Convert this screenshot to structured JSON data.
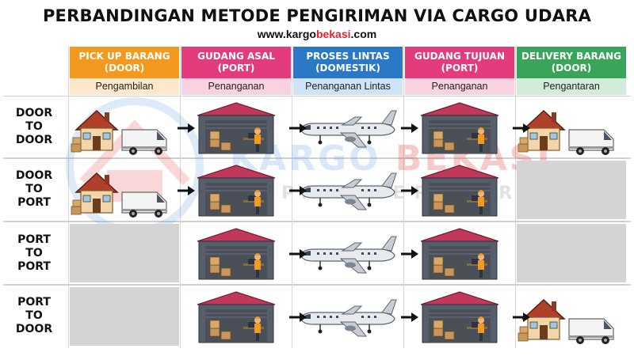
{
  "title": "PERBANDINGAN METODE PENGIRIMAN VIA CARGO UDARA",
  "website": {
    "prefix": "www.",
    "brand_a": "kargo",
    "brand_b": "bekasi",
    "suffix": ".com"
  },
  "watermark": {
    "brand_a": "KARGO",
    "brand_b": "BEKASI",
    "tagline": "PARTNER KARGO"
  },
  "columns": [
    {
      "title_line1": "PICK UP BARANG",
      "title_line2": "(DOOR)",
      "sub": "Pengambilan",
      "color": "#f39a1e",
      "sub_color": "#fde8cc",
      "icon": "house-van-icon"
    },
    {
      "title_line1": "GUDANG ASAL",
      "title_line2": "(PORT)",
      "sub": "Penanganan",
      "color": "#e33b7d",
      "sub_color": "#f9d2e2",
      "icon": "warehouse-icon"
    },
    {
      "title_line1": "PROSES LINTAS",
      "title_line2": "(DOMESTIK)",
      "sub": "Penanganan Lintas",
      "color": "#2a78c6",
      "sub_color": "#cfe3f6",
      "icon": "airplane-icon"
    },
    {
      "title_line1": "GUDANG TUJUAN",
      "title_line2": "(PORT)",
      "sub": "Penanganan",
      "color": "#e33b7d",
      "sub_color": "#f9d2e2",
      "icon": "warehouse-icon"
    },
    {
      "title_line1": "DELIVERY BARANG",
      "title_line2": "(DOOR)",
      "sub": "Pengantaran",
      "color": "#3aa55a",
      "sub_color": "#d3ecd9",
      "icon": "house-van-icon"
    }
  ],
  "rows": [
    {
      "label_lines": [
        "DOOR",
        "TO",
        "DOOR"
      ],
      "cells": [
        "house",
        "warehouse",
        "plane",
        "warehouse",
        "house"
      ]
    },
    {
      "label_lines": [
        "DOOR",
        "TO",
        "PORT"
      ],
      "cells": [
        "house",
        "warehouse",
        "plane",
        "warehouse",
        "empty"
      ]
    },
    {
      "label_lines": [
        "PORT",
        "TO",
        "PORT"
      ],
      "cells": [
        "empty",
        "warehouse",
        "plane",
        "warehouse",
        "empty"
      ]
    },
    {
      "label_lines": [
        "PORT",
        "TO",
        "DOOR"
      ],
      "cells": [
        "empty",
        "warehouse",
        "plane",
        "warehouse",
        "house"
      ]
    }
  ],
  "colors": {
    "arrow": "#111111",
    "empty_cell": "#d4d4d4",
    "grid_line": "#cfcfcf"
  }
}
